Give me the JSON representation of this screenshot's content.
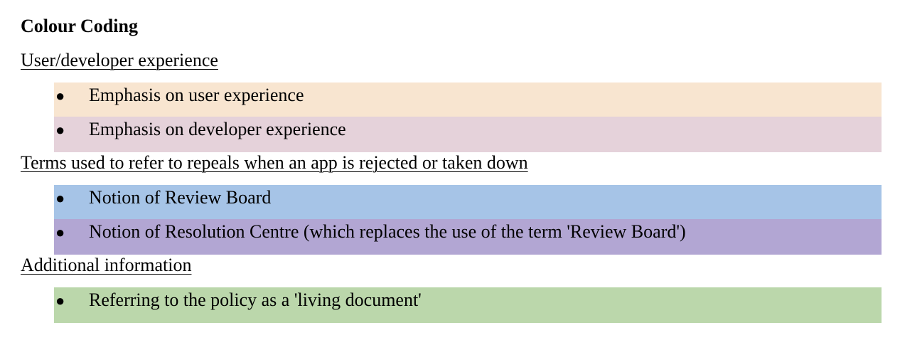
{
  "document": {
    "title": "Colour Coding",
    "sections": [
      {
        "heading": "User/developer experience",
        "items": [
          {
            "label": "Emphasis on user experience",
            "color": "#f8e5d0"
          },
          {
            "label": "Emphasis on developer experience",
            "color": "#e5d2da"
          }
        ]
      },
      {
        "heading": "Terms used to refer to repeals when an app is rejected or taken down",
        "items": [
          {
            "label": "Notion of Review Board",
            "color": "#a6c4e7"
          },
          {
            "label": "Notion of Resolution Centre (which replaces the use of the term 'Review Board')",
            "color": "#b2a6d3"
          }
        ]
      },
      {
        "heading": "Additional information",
        "items": [
          {
            "label": "Referring to the policy as a 'living document'",
            "color": "#bbd7ab"
          }
        ]
      }
    ],
    "bullet_char": "●"
  }
}
